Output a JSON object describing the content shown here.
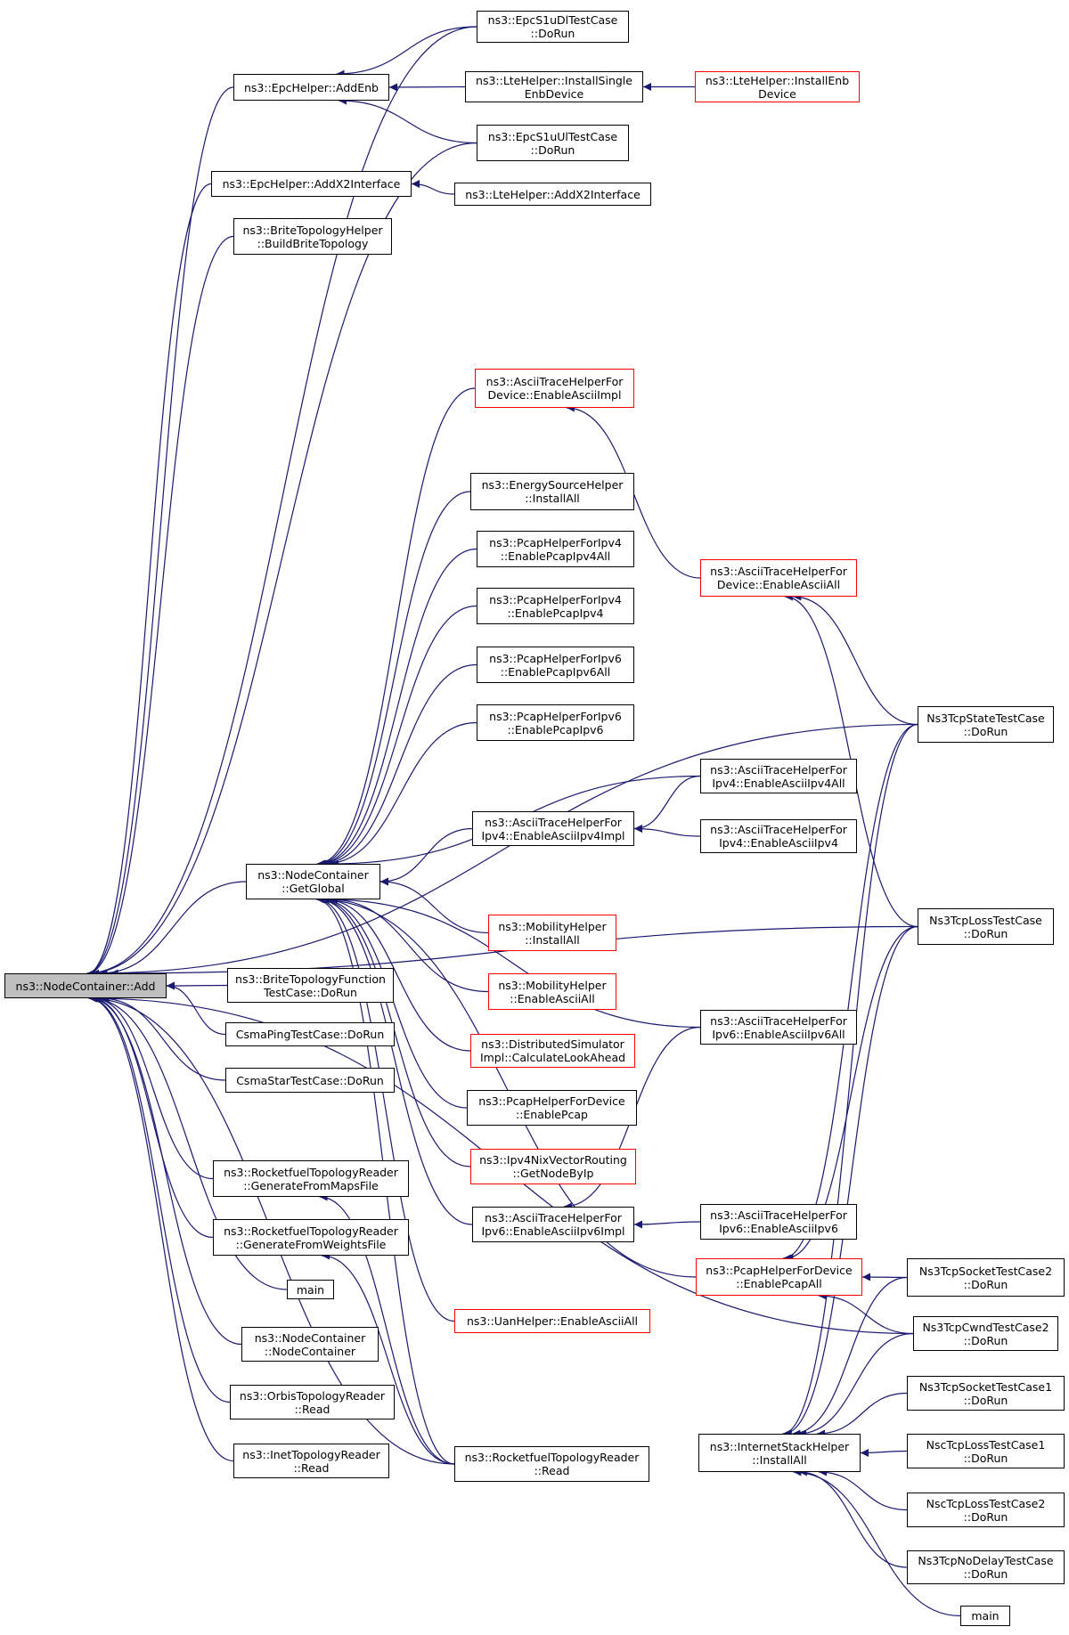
{
  "diagram": {
    "edge_color": "#191970",
    "normal_border": "#000000",
    "truncated_border": "#ff0000",
    "root_fill": "#bfbfbf",
    "nodes": [
      {
        "id": "add",
        "lines": [
          "ns3::NodeContainer::Add"
        ],
        "color": "root"
      },
      {
        "id": "epcs1udl",
        "lines": [
          "ns3::EpcS1uDlTestCase",
          "::DoRun"
        ],
        "color": "black"
      },
      {
        "id": "epcaddenb",
        "lines": [
          "ns3::EpcHelper::AddEnb"
        ],
        "color": "black"
      },
      {
        "id": "lteinstallsingle",
        "lines": [
          "ns3::LteHelper::InstallSingle",
          "EnbDevice"
        ],
        "color": "black"
      },
      {
        "id": "lteinstallenb",
        "lines": [
          "ns3::LteHelper::InstallEnb",
          "Device"
        ],
        "color": "red"
      },
      {
        "id": "epcs1uul",
        "lines": [
          "ns3::EpcS1uUlTestCase",
          "::DoRun"
        ],
        "color": "black"
      },
      {
        "id": "epcaddx2",
        "lines": [
          "ns3::EpcHelper::AddX2Interface"
        ],
        "color": "black"
      },
      {
        "id": "lteaddx2",
        "lines": [
          "ns3::LteHelper::AddX2Interface"
        ],
        "color": "black"
      },
      {
        "id": "britebuild",
        "lines": [
          "ns3::BriteTopologyHelper",
          "::BuildBriteTopology"
        ],
        "color": "black"
      },
      {
        "id": "asciidevimpl",
        "lines": [
          "ns3::AsciiTraceHelperFor",
          "Device::EnableAsciiImpl"
        ],
        "color": "red"
      },
      {
        "id": "energy",
        "lines": [
          "ns3::EnergySourceHelper",
          "::InstallAll"
        ],
        "color": "black"
      },
      {
        "id": "pcapv4all",
        "lines": [
          "ns3::PcapHelperForIpv4",
          "::EnablePcapIpv4All"
        ],
        "color": "black"
      },
      {
        "id": "asciidevall",
        "lines": [
          "ns3::AsciiTraceHelperFor",
          "Device::EnableAsciiAll"
        ],
        "color": "red"
      },
      {
        "id": "pcapv4",
        "lines": [
          "ns3::PcapHelperForIpv4",
          "::EnablePcapIpv4"
        ],
        "color": "black"
      },
      {
        "id": "pcapv6all",
        "lines": [
          "ns3::PcapHelperForIpv6",
          "::EnablePcapIpv6All"
        ],
        "color": "black"
      },
      {
        "id": "pcapv6",
        "lines": [
          "ns3::PcapHelperForIpv6",
          "::EnablePcapIpv6"
        ],
        "color": "black"
      },
      {
        "id": "tcpstate",
        "lines": [
          "Ns3TcpStateTestCase",
          "::DoRun"
        ],
        "color": "black"
      },
      {
        "id": "asciiv4all",
        "lines": [
          "ns3::AsciiTraceHelperFor",
          "Ipv4::EnableAsciiIpv4All"
        ],
        "color": "black"
      },
      {
        "id": "asciiv4impl",
        "lines": [
          "ns3::AsciiTraceHelperFor",
          "Ipv4::EnableAsciiIpv4Impl"
        ],
        "color": "black"
      },
      {
        "id": "asciiv4",
        "lines": [
          "ns3::AsciiTraceHelperFor",
          "Ipv4::EnableAsciiIpv4"
        ],
        "color": "black"
      },
      {
        "id": "getglobal",
        "lines": [
          "ns3::NodeContainer",
          "::GetGlobal"
        ],
        "color": "black"
      },
      {
        "id": "tcploss",
        "lines": [
          "Ns3TcpLossTestCase",
          "::DoRun"
        ],
        "color": "black"
      },
      {
        "id": "mobinstall",
        "lines": [
          "ns3::MobilityHelper",
          "::InstallAll"
        ],
        "color": "red"
      },
      {
        "id": "britefunc",
        "lines": [
          "ns3::BriteTopologyFunction",
          "TestCase::DoRun"
        ],
        "color": "black"
      },
      {
        "id": "mobascii",
        "lines": [
          "ns3::MobilityHelper",
          "::EnableAsciiAll"
        ],
        "color": "red"
      },
      {
        "id": "asciiv6all",
        "lines": [
          "ns3::AsciiTraceHelperFor",
          "Ipv6::EnableAsciiIpv6All"
        ],
        "color": "black"
      },
      {
        "id": "csmaping",
        "lines": [
          "CsmaPingTestCase::DoRun"
        ],
        "color": "black"
      },
      {
        "id": "distsim",
        "lines": [
          "ns3::DistributedSimulator",
          "Impl::CalculateLookAhead"
        ],
        "color": "red"
      },
      {
        "id": "csmastar",
        "lines": [
          "CsmaStarTestCase::DoRun"
        ],
        "color": "black"
      },
      {
        "id": "pcapdev",
        "lines": [
          "ns3::PcapHelperForDevice",
          "::EnablePcap"
        ],
        "color": "black"
      },
      {
        "id": "rfmaps",
        "lines": [
          "ns3::RocketfuelTopologyReader",
          "::GenerateFromMapsFile"
        ],
        "color": "black"
      },
      {
        "id": "nixvector",
        "lines": [
          "ns3::Ipv4NixVectorRouting",
          "::GetNodeByIp"
        ],
        "color": "red"
      },
      {
        "id": "rfweights",
        "lines": [
          "ns3::RocketfuelTopologyReader",
          "::GenerateFromWeightsFile"
        ],
        "color": "black"
      },
      {
        "id": "asciiv6impl",
        "lines": [
          "ns3::AsciiTraceHelperFor",
          "Ipv6::EnableAsciiIpv6Impl"
        ],
        "color": "black"
      },
      {
        "id": "asciiv6",
        "lines": [
          "ns3::AsciiTraceHelperFor",
          "Ipv6::EnableAsciiIpv6"
        ],
        "color": "black"
      },
      {
        "id": "pcapdevall",
        "lines": [
          "ns3::PcapHelperForDevice",
          "::EnablePcapAll"
        ],
        "color": "red"
      },
      {
        "id": "sock2",
        "lines": [
          "Ns3TcpSocketTestCase2",
          "::DoRun"
        ],
        "color": "black"
      },
      {
        "id": "main1",
        "lines": [
          "main"
        ],
        "color": "black"
      },
      {
        "id": "uan",
        "lines": [
          "ns3::UanHelper::EnableAsciiAll"
        ],
        "color": "red"
      },
      {
        "id": "cwnd2",
        "lines": [
          "Ns3TcpCwndTestCase2",
          "::DoRun"
        ],
        "color": "black"
      },
      {
        "id": "ncctor",
        "lines": [
          "ns3::NodeContainer",
          "::NodeContainer"
        ],
        "color": "black"
      },
      {
        "id": "orbis",
        "lines": [
          "ns3::OrbisTopologyReader",
          "::Read"
        ],
        "color": "black"
      },
      {
        "id": "sock1",
        "lines": [
          "Ns3TcpSocketTestCase1",
          "::DoRun"
        ],
        "color": "black"
      },
      {
        "id": "inet",
        "lines": [
          "ns3::InetTopologyReader",
          "::Read"
        ],
        "color": "black"
      },
      {
        "id": "rfread",
        "lines": [
          "ns3::RocketfuelTopologyReader",
          "::Read"
        ],
        "color": "black"
      },
      {
        "id": "installall",
        "lines": [
          "ns3::InternetStackHelper",
          "::InstallAll"
        ],
        "color": "black"
      },
      {
        "id": "nscloss1",
        "lines": [
          "NscTcpLossTestCase1",
          "::DoRun"
        ],
        "color": "black"
      },
      {
        "id": "nscloss2",
        "lines": [
          "NscTcpLossTestCase2",
          "::DoRun"
        ],
        "color": "black"
      },
      {
        "id": "nodelay",
        "lines": [
          "Ns3TcpNoDelayTestCase",
          "::DoRun"
        ],
        "color": "black"
      },
      {
        "id": "main2",
        "lines": [
          "main"
        ],
        "color": "black"
      }
    ],
    "edges": [
      [
        "epcaddenb",
        "add"
      ],
      [
        "epcaddx2",
        "add"
      ],
      [
        "britebuild",
        "add"
      ],
      [
        "getglobal",
        "add"
      ],
      [
        "britefunc",
        "add"
      ],
      [
        "csmaping",
        "add"
      ],
      [
        "csmastar",
        "add"
      ],
      [
        "rfmaps",
        "add"
      ],
      [
        "rfweights",
        "add"
      ],
      [
        "main1",
        "add"
      ],
      [
        "ncctor",
        "add"
      ],
      [
        "orbis",
        "add"
      ],
      [
        "inet",
        "add"
      ],
      [
        "epcs1udl",
        "add"
      ],
      [
        "epcs1uul",
        "add"
      ],
      [
        "tcpstate",
        "add"
      ],
      [
        "tcploss",
        "add"
      ],
      [
        "rfread",
        "add"
      ],
      [
        "cwnd2",
        "add"
      ],
      [
        "epcs1udl",
        "epcaddenb"
      ],
      [
        "lteinstallsingle",
        "epcaddenb"
      ],
      [
        "epcs1uul",
        "epcaddenb"
      ],
      [
        "lteinstallenb",
        "lteinstallsingle"
      ],
      [
        "lteaddx2",
        "epcaddx2"
      ],
      [
        "asciidevimpl",
        "getglobal"
      ],
      [
        "energy",
        "getglobal"
      ],
      [
        "pcapv4all",
        "getglobal"
      ],
      [
        "pcapv4",
        "getglobal"
      ],
      [
        "pcapv6all",
        "getglobal"
      ],
      [
        "pcapv6",
        "getglobal"
      ],
      [
        "asciiv4all",
        "getglobal"
      ],
      [
        "asciiv4impl",
        "getglobal"
      ],
      [
        "asciiv6all",
        "getglobal"
      ],
      [
        "mobinstall",
        "getglobal"
      ],
      [
        "mobascii",
        "getglobal"
      ],
      [
        "distsim",
        "getglobal"
      ],
      [
        "pcapdev",
        "getglobal"
      ],
      [
        "nixvector",
        "getglobal"
      ],
      [
        "asciiv6impl",
        "getglobal"
      ],
      [
        "uan",
        "getglobal"
      ],
      [
        "pcapdevall",
        "getglobal"
      ],
      [
        "rfread",
        "getglobal"
      ],
      [
        "asciidevall",
        "asciidevimpl"
      ],
      [
        "asciiv4all",
        "asciiv4impl"
      ],
      [
        "asciiv4",
        "asciiv4impl"
      ],
      [
        "asciiv6all",
        "asciiv6impl"
      ],
      [
        "asciiv6",
        "asciiv6impl"
      ],
      [
        "tcpstate",
        "asciidevall"
      ],
      [
        "tcploss",
        "asciidevall"
      ],
      [
        "tcpstate",
        "pcapdevall"
      ],
      [
        "tcploss",
        "pcapdevall"
      ],
      [
        "sock2",
        "pcapdevall"
      ],
      [
        "cwnd2",
        "pcapdevall"
      ],
      [
        "rfread",
        "rfmaps"
      ],
      [
        "rfread",
        "rfweights"
      ],
      [
        "tcpstate",
        "installall"
      ],
      [
        "tcploss",
        "installall"
      ],
      [
        "sock2",
        "installall"
      ],
      [
        "cwnd2",
        "installall"
      ],
      [
        "sock1",
        "installall"
      ],
      [
        "nscloss1",
        "installall"
      ],
      [
        "nscloss2",
        "installall"
      ],
      [
        "nodelay",
        "installall"
      ],
      [
        "main2",
        "installall"
      ]
    ]
  }
}
